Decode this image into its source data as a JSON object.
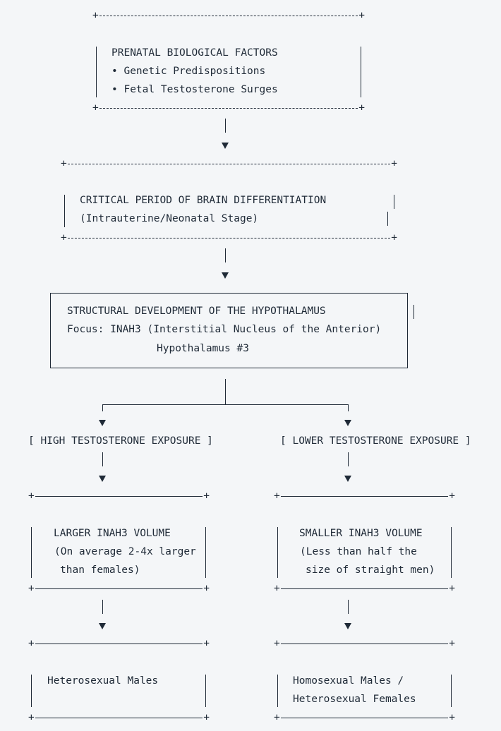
{
  "prenatal": {
    "title": "PRENATAL BIOLOGICAL FACTORS",
    "items": [
      "• Genetic Predispositions",
      "• Fetal Testosterone Surges"
    ]
  },
  "critical": {
    "title": "CRITICAL PERIOD OF BRAIN DIFFERENTIATION",
    "subtitle": "(Intrauterine/Neonatal Stage)"
  },
  "structural": {
    "title": "STRUCTURAL DEVELOPMENT OF THE HYPOTHALAMUS",
    "focus": "Focus: INAH3 (Interstitial Nucleus of the Anterior)",
    "focus_cont": "Hypothalamus #3"
  },
  "branches": {
    "left": {
      "exposure": "[ HIGH TESTOSTERONE EXPOSURE ]",
      "volume": "LARGER INAH3 VOLUME",
      "detail1": "(On average 2-4x larger",
      "detail2": "than females)",
      "outcome": "Heterosexual Males",
      "outcome2": ""
    },
    "right": {
      "exposure": "[ LOWER TESTOSTERONE EXPOSURE ]",
      "volume": "SMALLER INAH3 VOLUME",
      "detail1": "(Less than half the",
      "detail2": "size of straight men)",
      "outcome": "Homosexual Males /",
      "outcome2": "Heterosexual Females"
    }
  }
}
